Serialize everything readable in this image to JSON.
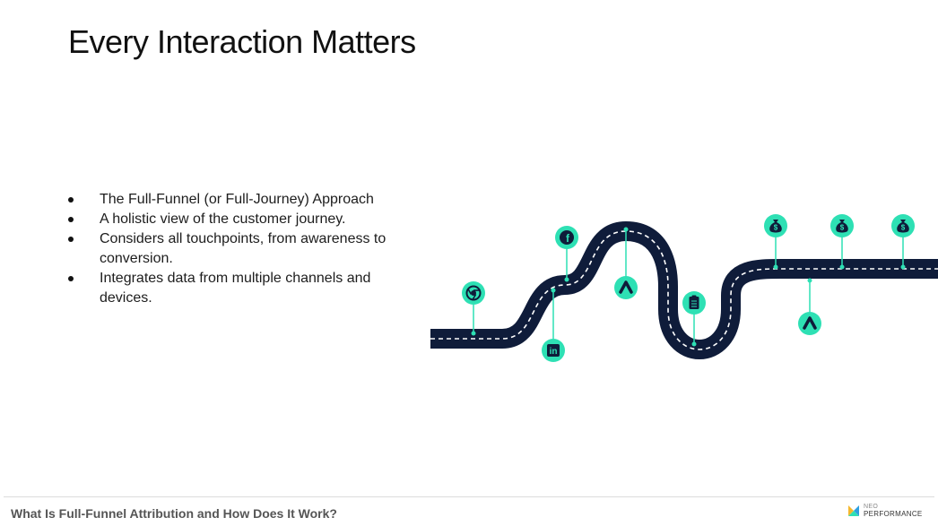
{
  "slide": {
    "title": "Every Interaction Matters",
    "bullets": [
      "The Full-Funnel (or Full-Journey) Approach",
      "A holistic view of the customer journey.",
      "Considers all touchpoints, from awareness to conversion.",
      "Integrates data from multiple channels and devices."
    ]
  },
  "roadmap": {
    "road_color": "#0f1c3a",
    "accent_color": "#2ee0b4",
    "touchpoints": [
      {
        "icon": "chrome-icon"
      },
      {
        "icon": "linkedin-icon"
      },
      {
        "icon": "facebook-icon"
      },
      {
        "icon": "google-ads-icon"
      },
      {
        "icon": "clipboard-icon"
      },
      {
        "icon": "google-ads-icon"
      },
      {
        "icon": "money-bag-icon"
      },
      {
        "icon": "money-bag-icon"
      },
      {
        "icon": "money-bag-icon"
      }
    ]
  },
  "footer": {
    "caption": "What Is Full-Funnel Attribution and How Does It Work?",
    "logo_line1": "NEO",
    "logo_line2": "PERFORMANCE"
  }
}
